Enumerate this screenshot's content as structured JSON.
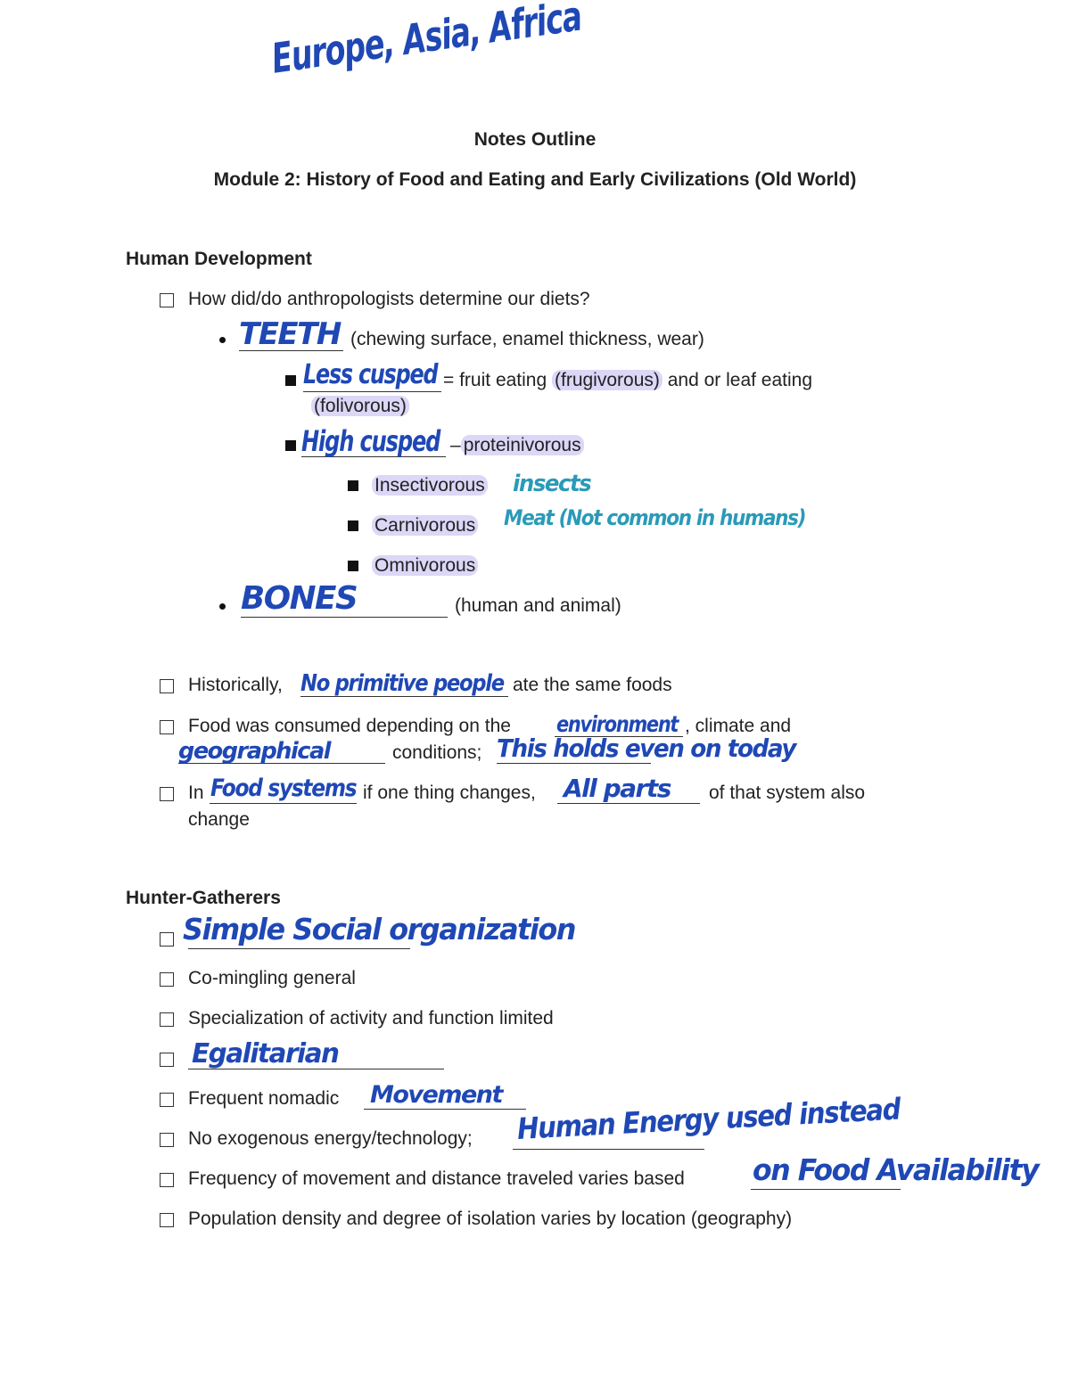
{
  "handwritten_header": "Europe, Asia, Africa",
  "title": "Notes Outline",
  "subtitle": "Module 2: History of Food and Eating and Early Civilizations (Old World)",
  "sections": {
    "human_development": {
      "heading": "Human Development",
      "q1": "How did/do anthropologists determine our diets?",
      "teeth_hw": "TEETH",
      "teeth_text": "(chewing surface, enamel thickness, wear)",
      "low_hw": "Less cusped",
      "low_text1": "= fruit eating",
      "low_hl1": "(frugivorous)",
      "low_text2": "and or leaf eating",
      "low_hl2": "(folivorous)",
      "high_hw": "High cusped",
      "high_dash": "–",
      "high_hl": "proteinivorous",
      "insect": "Insectivorous",
      "insect_hw": "insects",
      "carni": "Carnivorous",
      "carni_hw": "Meat (Not common in humans)",
      "omni": "Omnivorous",
      "bones_hw": "BONES",
      "bones_text": "(human and animal)",
      "hist_pre": "Historically,",
      "hist_hw": "No primitive people",
      "hist_post": "ate the same foods",
      "food_pre": "Food was consumed depending on the",
      "food_hw": "environment",
      "food_post": ", climate and",
      "geo_hw": "geographical",
      "geo_text": "conditions;",
      "geo_hw2": "This holds even on today",
      "in_pre": "In",
      "in_hw": "Food systems",
      "in_mid": "if one thing changes,",
      "in_hw2": "All parts",
      "in_post": "of that system also",
      "in_post2": "change"
    },
    "hunter_gatherers": {
      "heading": "Hunter-Gatherers",
      "i1_hw": "Simple Social organization",
      "i2": "Co-mingling general",
      "i3": "Specialization of activity and function limited",
      "i4_hw": "Egalitarian",
      "i5": "Frequent nomadic",
      "i5_hw": "Movement",
      "i6": "No exogenous energy/technology;",
      "i6_hw": "Human Energy used instead",
      "i7": "Frequency of movement and distance traveled varies based",
      "i7_hw": "on Food Availability",
      "i8": "Population density and degree of isolation varies by location (geography)"
    }
  }
}
